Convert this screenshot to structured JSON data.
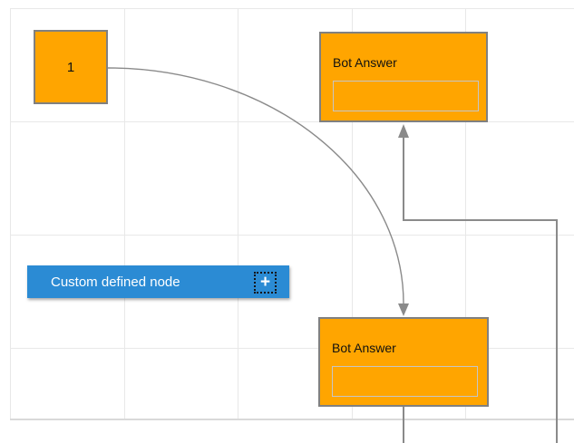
{
  "nodes": {
    "square": {
      "label": "1"
    },
    "bot_answer_top": {
      "title": "Bot Answer",
      "input_value": ""
    },
    "bot_answer_bottom": {
      "title": "Bot Answer",
      "input_value": ""
    },
    "custom": {
      "label": "Custom defined node",
      "plus_glyph": "+"
    }
  },
  "colors": {
    "node-fill": "#FFA500",
    "node-border": "#808080",
    "inner-border": "#C6C6C6",
    "custom-fill": "#2B8BD4",
    "custom-text": "#FFFFFF",
    "connector": "#8A8A8A",
    "grid-line": "#E8E8E8",
    "grid-edge": "#D9D9D9",
    "node-text": "#111111"
  }
}
